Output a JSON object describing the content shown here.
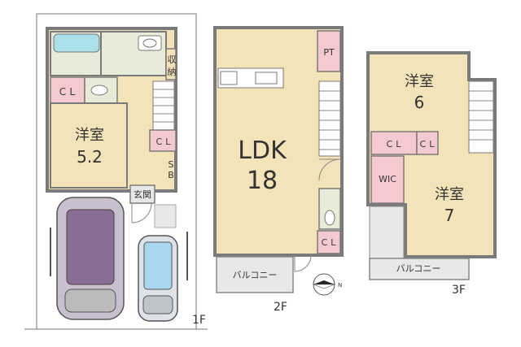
{
  "floors": {
    "f1": {
      "label": "1F",
      "rooms": {
        "western_room": "洋室",
        "western_size": "5.2",
        "closet": "ＣＬ",
        "storage_top": "収",
        "storage_bottom": "納",
        "entrance": "玄関",
        "shoe_box_top": "S",
        "shoe_box_bottom": "B"
      }
    },
    "f2": {
      "label": "2F",
      "rooms": {
        "ldk": "LDK",
        "ldk_size": "18",
        "pantry": "PT",
        "closet": "ＣＬ",
        "balcony": "バルコニー"
      }
    },
    "f3": {
      "label": "3F",
      "rooms": {
        "western_a": "洋室",
        "western_a_size": "6",
        "western_b": "洋室",
        "western_b_size": "7",
        "closet_a": "ＣＬ",
        "closet_b": "ＣＬ",
        "wic": "WIC",
        "balcony": "バルコニー"
      }
    }
  },
  "compass_letter": "N",
  "colors": {
    "wall": "#7a7a7a",
    "floor": "#f3e3b8",
    "closet": "#f4c9d0",
    "wet": "#e7ecd9",
    "balcony": "#e8e8e8",
    "bath": "#a9e0ea"
  }
}
